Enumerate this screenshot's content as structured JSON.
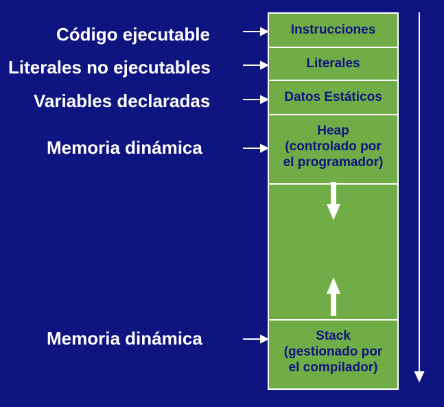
{
  "labels": {
    "codigo": "Código ejecutable",
    "literales": "Literales no ejecutables",
    "variables": "Variables declaradas",
    "memoria_heap": "Memoria dinámica",
    "memoria_stack": "Memoria dinámica"
  },
  "blocks": {
    "instrucciones": "Instrucciones",
    "literales": "Literales",
    "datos": "Datos Estáticos",
    "heap": "Heap\n(controlado por\nel programador)",
    "stack": "Stack\n(gestionado por\nel compilador)"
  },
  "colors": {
    "background": "#0f1580",
    "block_fill": "#70ad47",
    "block_text": "#0f1580",
    "line": "#ffffff"
  }
}
